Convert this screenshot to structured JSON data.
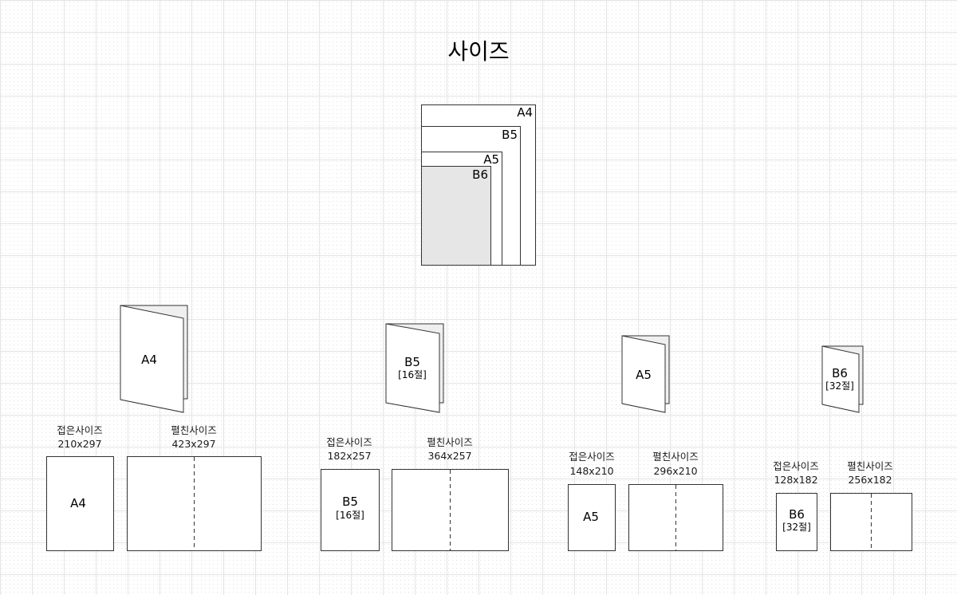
{
  "title": "사이즈",
  "colors": {
    "line": "#333333",
    "paper": "#ffffff",
    "back_page": "#efefef",
    "smallest_sheet": "#e6e6e6",
    "grid": "#e4e4e4"
  },
  "stack": [
    {
      "label": "A4"
    },
    {
      "label": "B5"
    },
    {
      "label": "A5"
    },
    {
      "label": "B6"
    }
  ],
  "formats": [
    {
      "label": "A4",
      "sub": "",
      "folded_caption": "접은사이즈",
      "folded_size": "210x297",
      "open_caption": "펼친사이즈",
      "open_size": "423x297"
    },
    {
      "label": "B5",
      "sub": "[16절]",
      "folded_caption": "접은사이즈",
      "folded_size": "182x257",
      "open_caption": "펼친사이즈",
      "open_size": "364x257"
    },
    {
      "label": "A5",
      "sub": "",
      "folded_caption": "접은사이즈",
      "folded_size": "148x210",
      "open_caption": "펼친사이즈",
      "open_size": "296x210"
    },
    {
      "label": "B6",
      "sub": "[32절]",
      "folded_caption": "접은사이즈",
      "folded_size": "128x182",
      "open_caption": "펼친사이즈",
      "open_size": "256x182"
    }
  ]
}
